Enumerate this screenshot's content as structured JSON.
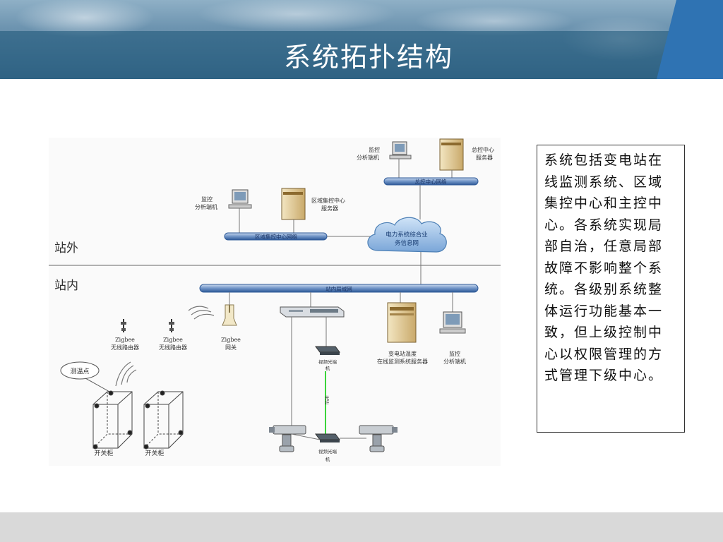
{
  "slide": {
    "title": "系统拓扑结构"
  },
  "diagram": {
    "zone_outside": "站外",
    "zone_inside": "站内",
    "hq_monitor": [
      "监控",
      "分析端机"
    ],
    "hq_server": [
      "总控中心",
      "服务器"
    ],
    "hq_network": "总控中心网络",
    "regional_monitor": [
      "监控",
      "分析端机"
    ],
    "regional_server": [
      "区域集控中心",
      "服务器"
    ],
    "regional_network": "区域集控中心网络",
    "cloud": [
      "电力系统综合业",
      "务信息网"
    ],
    "station_lan": "站内局域网",
    "zigbee_router_1": [
      "Zigbee",
      "无线路由器"
    ],
    "zigbee_router_2": [
      "Zigbee",
      "无线路由器"
    ],
    "zigbee_gateway": [
      "Zigbee",
      "网关"
    ],
    "temp_point": "测温点",
    "cabinet_1": "开关柜",
    "cabinet_2": "开关柜",
    "optical_top": [
      "视频光端",
      "机"
    ],
    "optical_bottom": [
      "视频光端",
      "机"
    ],
    "fiber": "光纤",
    "station_server": [
      "变电站温度",
      "在线监测系统服务器"
    ],
    "station_monitor": [
      "监控",
      "分析端机"
    ]
  },
  "description": "系统包括变电站在线监测系统、区域集控中心和主控中心。各系统实现局部自治，任意局部故障不影响整个系统。各级别系统整体运行功能基本一致，但上级控制中心以权限管理的方式管理下级中心。"
}
